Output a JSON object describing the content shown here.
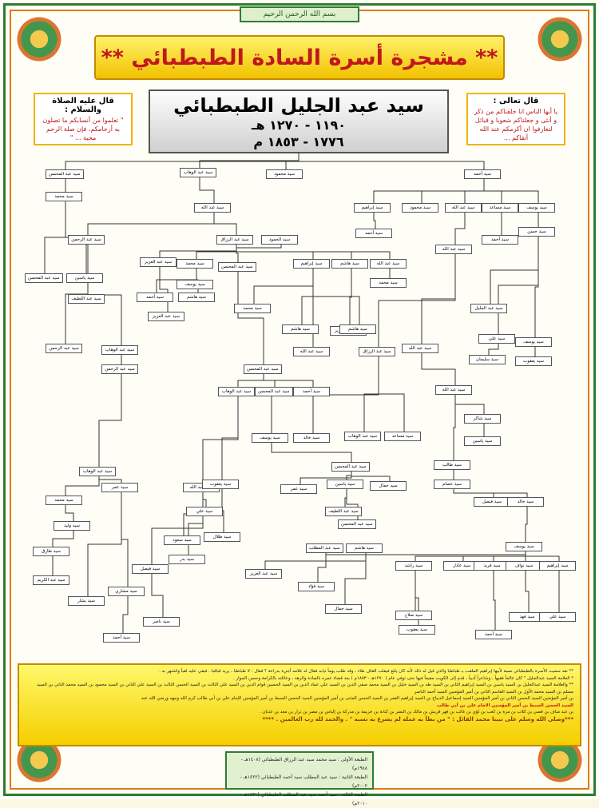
{
  "header": {
    "basmala": "بسم الله الرحمن الرحيم",
    "title": "** مشجرة أسرة السادة الطبطبائي **"
  },
  "left_box": {
    "heading": "قال عليه الصلاة والسلام :",
    "text": "\" تعلموا من أنسابكم ما تصلون به أرحامكم، فإن صلة الرحم محبة ... \""
  },
  "right_box": {
    "heading": "قال تعالى :",
    "text": "يا أيها الناس انا خلقناكم من ذكر و أنثى و جعلناكم شعوبا و قبائل لتعارفوا ان أكرمكم عند الله أتقاكم ..."
  },
  "founder": {
    "name": "سيد عبد الجليل الطبطبائي",
    "hijri": "١١٩٠  -  ١٢٧٠ هـ",
    "gregorian": "١٧٧٦  -  ١٨٥٣ م"
  },
  "tree": {
    "nodes": [
      {
        "id": "a1",
        "label": "سيد عبد المحسن"
      },
      {
        "id": "a2",
        "label": "سيد عبد الوهاب"
      },
      {
        "id": "a3",
        "label": "سيد محمود"
      },
      {
        "id": "a4",
        "label": "سيد أحمد"
      },
      {
        "id": "b1",
        "label": "سيد محمد"
      },
      {
        "id": "b2",
        "label": "سيد عبد الله"
      },
      {
        "id": "b3",
        "label": "سيد إبراهيم"
      },
      {
        "id": "b4",
        "label": "سيد محمود"
      },
      {
        "id": "b5",
        "label": "سيد عبد الله"
      },
      {
        "id": "b6",
        "label": "سيد مساعد"
      },
      {
        "id": "b7",
        "label": "سيد يوسف"
      },
      {
        "id": "c1",
        "label": "سيد عبد الرحمن"
      },
      {
        "id": "c2",
        "label": "سيد عبد الرزاق"
      },
      {
        "id": "c3",
        "label": "سيد الحمود"
      },
      {
        "id": "c4",
        "label": "سيد أحمد"
      },
      {
        "id": "c5",
        "label": "سيد عبد الله"
      },
      {
        "id": "c6",
        "label": "سيد أحمد"
      },
      {
        "id": "c7",
        "label": "سيد حسن"
      },
      {
        "id": "d1",
        "label": "سيد عبد المحسن"
      },
      {
        "id": "d2",
        "label": "سيد ياسين"
      },
      {
        "id": "d3",
        "label": "سيد عبد العزيز"
      },
      {
        "id": "d4",
        "label": "سيد محمد"
      },
      {
        "id": "d5",
        "label": "سيد عبد المحسن"
      },
      {
        "id": "d6",
        "label": "سيد إبراهيم"
      },
      {
        "id": "d7",
        "label": "سيد هاشم"
      },
      {
        "id": "d8",
        "label": "سيد عبد الله"
      },
      {
        "id": "d9",
        "label": "سيد يوسف"
      },
      {
        "id": "d10",
        "label": "سيد عبد اللطيف"
      },
      {
        "id": "d11",
        "label": "سيد محمد"
      },
      {
        "id": "e1",
        "label": "سيد عبد الجليل"
      },
      {
        "id": "e2",
        "label": "سيد أحمد"
      },
      {
        "id": "e3",
        "label": "سيد هاشم"
      },
      {
        "id": "e4",
        "label": "سيد محمد"
      },
      {
        "id": "e5",
        "label": "سيد عبد الرزاق"
      },
      {
        "id": "e6",
        "label": "سيد عبد الله"
      },
      {
        "id": "e7",
        "label": "سيد علي"
      },
      {
        "id": "e8",
        "label": "سيد يوسف"
      },
      {
        "id": "e9",
        "label": "سيد عبد العزيز"
      },
      {
        "id": "e10",
        "label": "سيد سليمان"
      },
      {
        "id": "e11",
        "label": "سيد يعقوب"
      },
      {
        "id": "f1",
        "label": "سيد عبد الوهاب"
      },
      {
        "id": "f2",
        "label": "سيد عبد الرحمن"
      },
      {
        "id": "f3",
        "label": "سيد عبد المحسن"
      },
      {
        "id": "f4",
        "label": "سيد عبد الله"
      },
      {
        "id": "f5",
        "label": "سيد عبد العزيز"
      },
      {
        "id": "f6",
        "label": "سيد عبد الوهاب"
      },
      {
        "id": "f7",
        "label": "سيد عبد المحسن"
      },
      {
        "id": "f8",
        "label": "سيد أحمد"
      },
      {
        "id": "f9",
        "label": "سيد هاشم"
      },
      {
        "id": "g1",
        "label": "سيد يوسف"
      },
      {
        "id": "g2",
        "label": "سيد خالد"
      },
      {
        "id": "g3",
        "label": "سيد عبد الوهاب"
      },
      {
        "id": "g4",
        "label": "سيد مساعد"
      },
      {
        "id": "g5",
        "label": "سيد عبد الله"
      },
      {
        "id": "g6",
        "label": "سيد شاكر"
      },
      {
        "id": "g7",
        "label": "سيد ياسين"
      },
      {
        "id": "g8",
        "label": "سيد هاشم"
      },
      {
        "id": "h1",
        "label": "سيد عبد المحسن"
      },
      {
        "id": "h2",
        "label": "سيد عمر"
      },
      {
        "id": "h3",
        "label": "سيد ياسين"
      },
      {
        "id": "h4",
        "label": "سيد جمال"
      },
      {
        "id": "h5",
        "label": "سيد طالب"
      },
      {
        "id": "h6",
        "label": "سيد عصام"
      },
      {
        "id": "h7",
        "label": "سيد عبد اللطيف"
      },
      {
        "id": "h8",
        "label": "سيد عبد المحسن"
      },
      {
        "id": "h9",
        "label": "سيد فيصل"
      },
      {
        "id": "h10",
        "label": "سيد خالد"
      },
      {
        "id": "i1",
        "label": "سيد يوسف"
      },
      {
        "id": "i2",
        "label": "سيد هاشم"
      },
      {
        "id": "i3",
        "label": "سيد عبد المطلب"
      },
      {
        "id": "i4",
        "label": "سيد راشد"
      },
      {
        "id": "i5",
        "label": "سيد عادل"
      },
      {
        "id": "i6",
        "label": "سيد فريد"
      },
      {
        "id": "i7",
        "label": "سيد نواف"
      },
      {
        "id": "i8",
        "label": "سيد إبراهيم"
      },
      {
        "id": "j1",
        "label": "سيد عبد العزيز"
      },
      {
        "id": "j2",
        "label": "سيد فؤاد"
      },
      {
        "id": "j3",
        "label": "سيد جمال"
      },
      {
        "id": "j4",
        "label": "سيد صلاح"
      },
      {
        "id": "j5",
        "label": "سيد يعقوب"
      },
      {
        "id": "j6",
        "label": "سيد أحمد"
      },
      {
        "id": "j7",
        "label": "سيد فهد"
      },
      {
        "id": "j8",
        "label": "سيد علي"
      },
      {
        "id": "k1",
        "label": "سيد عبد الرحمن"
      },
      {
        "id": "k2",
        "label": "سيد عبد الوهاب"
      },
      {
        "id": "k3",
        "label": "سيد عمر"
      },
      {
        "id": "k4",
        "label": "سيد محمد"
      },
      {
        "id": "k5",
        "label": "سيد وليد"
      },
      {
        "id": "k6",
        "label": "سيد طارق"
      },
      {
        "id": "k7",
        "label": "سيد عبد الكريم"
      },
      {
        "id": "k8",
        "label": "سيد بشار"
      },
      {
        "id": "k9",
        "label": "سيد مشاري"
      },
      {
        "id": "k10",
        "label": "سيد فيصل"
      },
      {
        "id": "k11",
        "label": "سيد بدر"
      },
      {
        "id": "k12",
        "label": "سيد سعود"
      },
      {
        "id": "k13",
        "label": "سيد ناصر"
      },
      {
        "id": "k14",
        "label": "سيد عبد الله"
      },
      {
        "id": "k15",
        "label": "سيد يعقوب"
      },
      {
        "id": "k16",
        "label": "سيد علي"
      },
      {
        "id": "k17",
        "label": "سيد طلال"
      },
      {
        "id": "k18",
        "label": "سيد أحمد"
      }
    ]
  },
  "bottom": {
    "line1": "** نقد سميت الأسرة بالطبطبائي نسبة لأبيها إبراهيم الملقب بـ طباطبا والذي قيل له ذلك لأنه كان يلثغ فيقلب القاف طاء ، وقد طلب يوماً ثيابه فقال له غلامه أجيء بدراعة ؟ فقال : لا طباطبا ، يريد قباقبا . فبقي عليه لقباً واشتهر به .",
    "line2": "* العلامة السيد عبدالجليل \" كان عالماً فقيهاً ، وشاعراً أديباً ، قدم إلى الكويت مقيماً فيها حتى توفي عام ( ١٢٧٠هـ - ١٨٥٣م ) بعد قضاء عمره بالعبادة والزهد ، وعائلته بالكرامة وحسن الجوار .",
    "line3": "** والعلامة السيد عبدالجليل بن السيد ياسين بن السيد إبراهيم الثاني بن السيد طه بن السيد خليل بن السيد محمد صفي الدين بن السيد علي عماد الدين بن السيد الحسين قوام الدين بن السيد علي الثالث بن السيد الحسن الثالث بن السيد علي الثاني بن السيد محمود بن السيد محمد الثاني بن السيد مسلم بن السيد محمد الأول بن السيد القاسم الثاني بن أمير المؤمنين السيد أحمد الناصر",
    "line4": "بن أمير المؤمنين السيد الحسن الثاني بن أمير المؤمنين السيد إسماعيل الديباج بن السيد إبراهيم الغمر بن السيد الحسن المثنى بن أمير المؤمنين السيد الحسن السبط بن أمير المؤمنين الإمام علي بن أبي طالب كرم الله وجهه ورضي الله عنه",
    "highlight": "السيد الحسن السبط بن أمير المؤمنين الامام علي بن أبي طالب",
    "line5": "بن عبد مناف بن قصي بن كلاب بن مرة بن كعب بن لؤي بن غالب بن فهر قريش بن مالك بن النضر بن كنانة بن خزيمة بن مدركة بن إلياس بن مضر بن نزار بن معد بن عدنان .",
    "line6": "***وصلى الله وسلم على نبينا محمد القائل : \" من بطأ به عمله لم يسرع به نسبه \" . والحمد لله رب العالمين . ****"
  },
  "footer": {
    "l1": "الطبعة الأولى : سيد محمد سيد عبد الرزاق الطبطبائي (١٤٠٨هـ - ١٩٨٨م)",
    "l2": "الطبعة الثانية : سيد عبد المطلب سيد أحمد الطبطبائي (١٤٢٢هـ - ٢٠٠٢م)",
    "l3": "الطبعة الثالثة : سيد أحمد سيد عبد المطلب الطبطبائي (١٤٣١هـ - ٢٠١٠م)"
  },
  "colors": {
    "title_red": "#c0181b",
    "gold": "#f2c200",
    "green": "#2e7d32",
    "orange": "#e07a10"
  }
}
